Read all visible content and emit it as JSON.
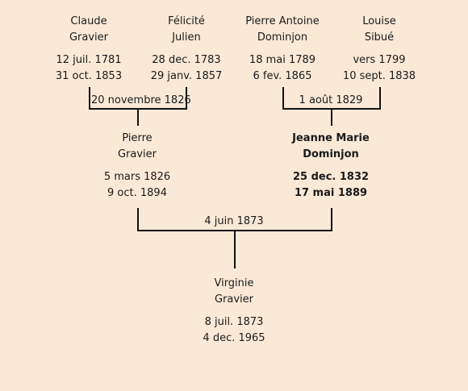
{
  "people": {
    "claude": {
      "name1": "Claude",
      "name2": "Gravier",
      "birth": "12 juil. 1781",
      "death": "31 oct. 1853"
    },
    "felicite": {
      "name1": "Félicité",
      "name2": "Julien",
      "birth": "28 dec. 1783",
      "death": "29 janv. 1857"
    },
    "pierre_antoine": {
      "name1": "Pierre Antoine",
      "name2": "Dominjon",
      "birth": "18 mai 1789",
      "death": "6 fev. 1865"
    },
    "louise": {
      "name1": "Louise",
      "name2": "Sibué",
      "birth": "vers 1799",
      "death": "10 sept. 1838"
    },
    "pierre": {
      "name1": "Pierre",
      "name2": "Gravier",
      "birth": "5 mars 1826",
      "death": "9 oct. 1894"
    },
    "jeanne": {
      "name1": "Jeanne Marie",
      "name2": "Dominjon",
      "birth": "25 dec. 1832",
      "death": "17 mai 1889"
    },
    "virginie": {
      "name1": "Virginie",
      "name2": "Gravier",
      "birth": "8 juil. 1873",
      "death": "4 dec. 1965"
    }
  },
  "marriages": {
    "gravier_julien": "20 novembre 1826",
    "dominjon_sibue": "1 août 1829",
    "gravier_dominjon": "4 juin 1873"
  }
}
